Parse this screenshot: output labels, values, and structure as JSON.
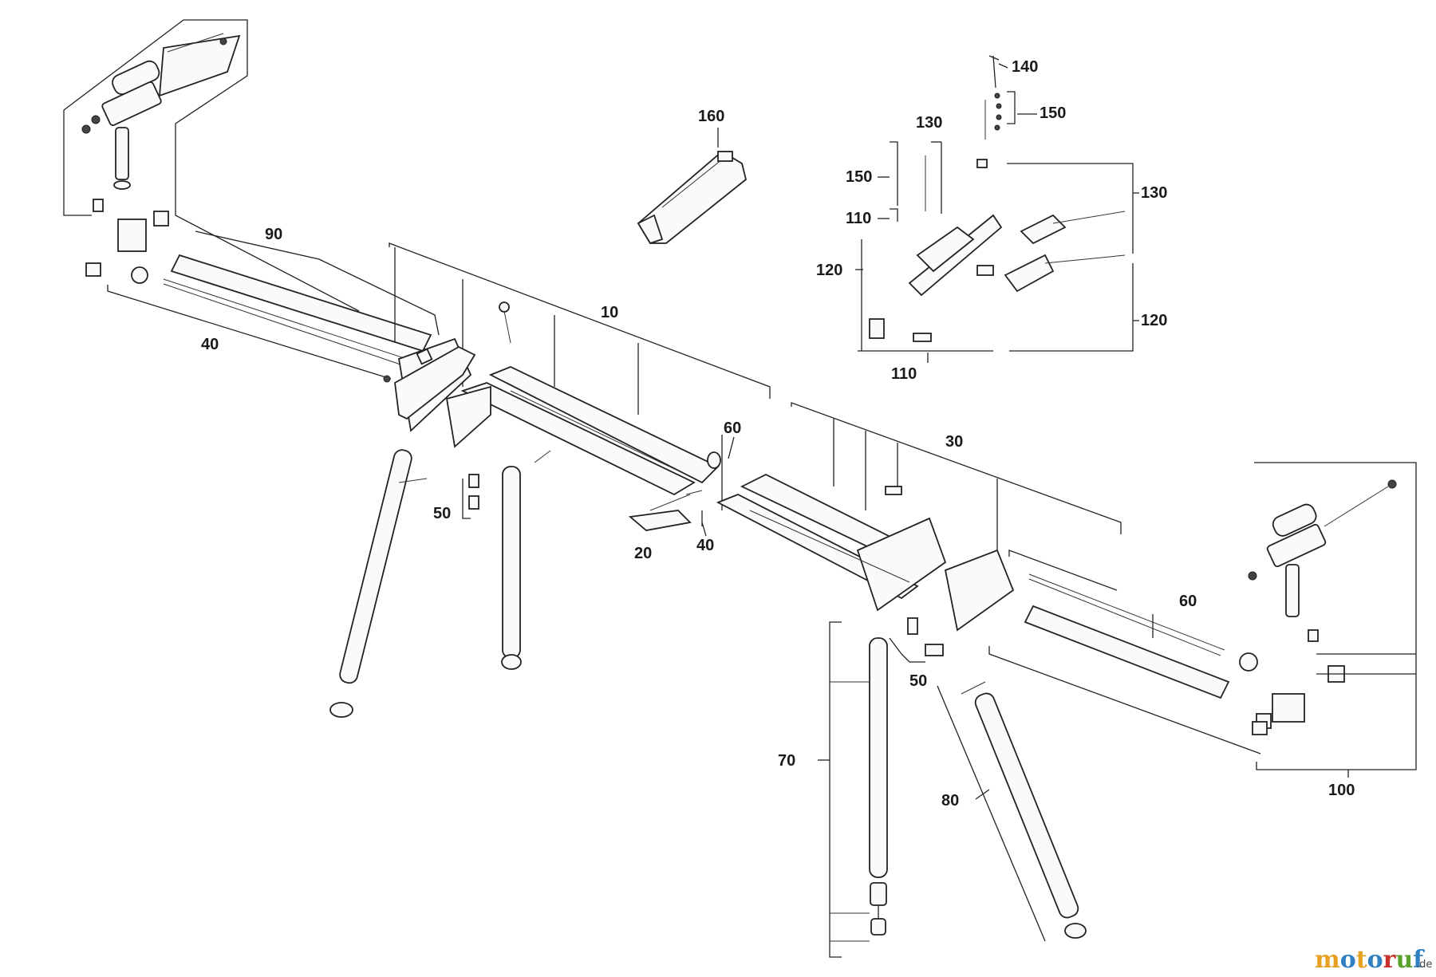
{
  "diagram": {
    "labels": {
      "l160": "160",
      "l140": "140",
      "l150a": "150",
      "l150b": "150",
      "l130a": "130",
      "l130b": "130",
      "l110a": "110",
      "l110b": "110",
      "l120a": "120",
      "l120b": "120",
      "l90": "90",
      "l40a": "40",
      "l40b": "40",
      "l10": "10",
      "l60a": "60",
      "l60b": "60",
      "l30": "30",
      "l50a": "50",
      "l50b": "50",
      "l20": "20",
      "l70": "70",
      "l80": "80",
      "l100": "100"
    }
  },
  "watermark": {
    "parts": [
      "m",
      "o",
      "t",
      "o",
      "r",
      "u",
      "f"
    ],
    "suffix": ".de",
    "colors": [
      "#e8a021",
      "#2f7fc1",
      "#e8a021",
      "#2f7fc1",
      "#c9302c",
      "#5aa02c",
      "#2f7fc1"
    ]
  }
}
